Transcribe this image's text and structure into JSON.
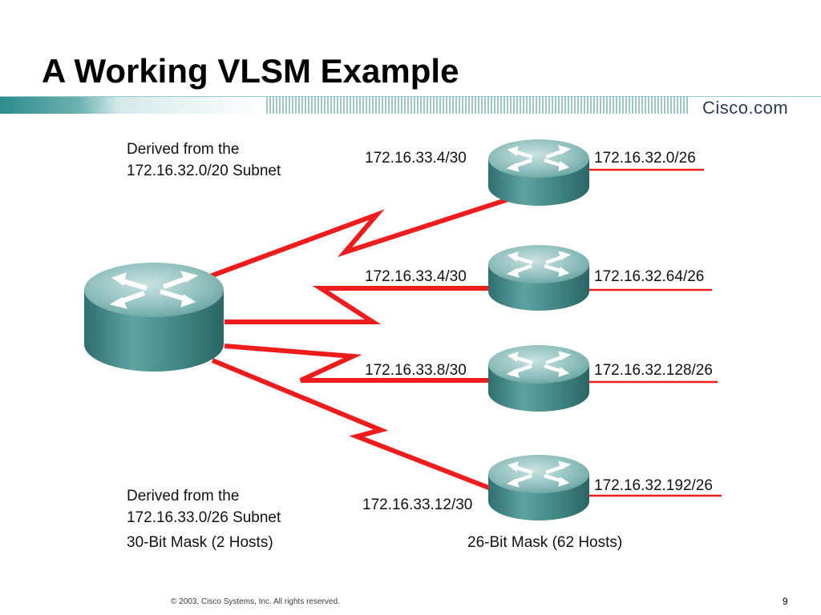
{
  "slide": {
    "title": "A Working VLSM Example",
    "brand": "Cisco.com",
    "footer": "© 2003, Cisco Systems, Inc. All rights reserved.",
    "page_number": "9"
  },
  "notes": {
    "top_line1": "Derived from the",
    "top_line2": "172.16.32.0/20 Subnet",
    "bottom_line1": "Derived from the",
    "bottom_line2": "172.16.33.0/26 Subnet",
    "mask30": "30-Bit Mask (2 Hosts)",
    "mask26": "26-Bit Mask (62 Hosts)"
  },
  "links": [
    {
      "wan": "172.16.33.4/30",
      "lan": "172.16.32.0/26"
    },
    {
      "wan": "172.16.33.4/30",
      "lan": "172.16.32.64/26"
    },
    {
      "wan": "172.16.33.8/30",
      "lan": "172.16.32.128/26"
    },
    {
      "wan": "172.16.33.12/30",
      "lan": "172.16.32.192/26"
    }
  ],
  "colors": {
    "link_red": "#ee1c1c",
    "router_body": "#3f8c8a",
    "router_top": "#9fc8c6",
    "text": "#111111",
    "banner_teal": "#4a9c9c"
  }
}
